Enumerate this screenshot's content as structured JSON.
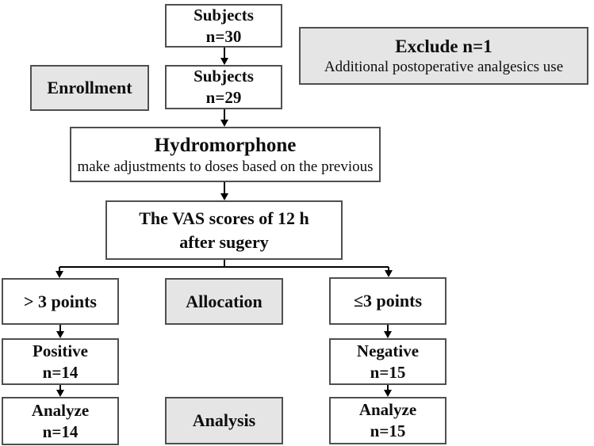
{
  "colors": {
    "stage_fill": "#e5e5e5",
    "box_fill": "#ffffff",
    "border": "#4f4f4f",
    "line": "#000000"
  },
  "flowchart": {
    "subjects_initial": {
      "line1": "Subjects",
      "line2": "n=30"
    },
    "exclude": {
      "title": "Exclude n=1",
      "reason": "Additional postoperative analgesics use"
    },
    "enrollment_label": "Enrollment",
    "subjects_enrolled": {
      "line1": "Subjects",
      "line2": "n=29"
    },
    "intervention": {
      "title": "Hydromorphone",
      "subtitle": "make adjustments to doses based on the previous"
    },
    "assessment": {
      "line1": "The VAS scores of 12 h",
      "line2": "after sugery"
    },
    "branch_left_label": "> 3 points",
    "allocation_label": "Allocation",
    "branch_right_label": "≤3 points",
    "positive": {
      "line1": "Positive",
      "line2": "n=14"
    },
    "negative": {
      "line1": "Negative",
      "line2": "n=15"
    },
    "analyze_left": {
      "line1": "Analyze",
      "line2": "n=14"
    },
    "analysis_label": "Analysis",
    "analyze_right": {
      "line1": "Analyze",
      "line2": "n=15"
    }
  }
}
